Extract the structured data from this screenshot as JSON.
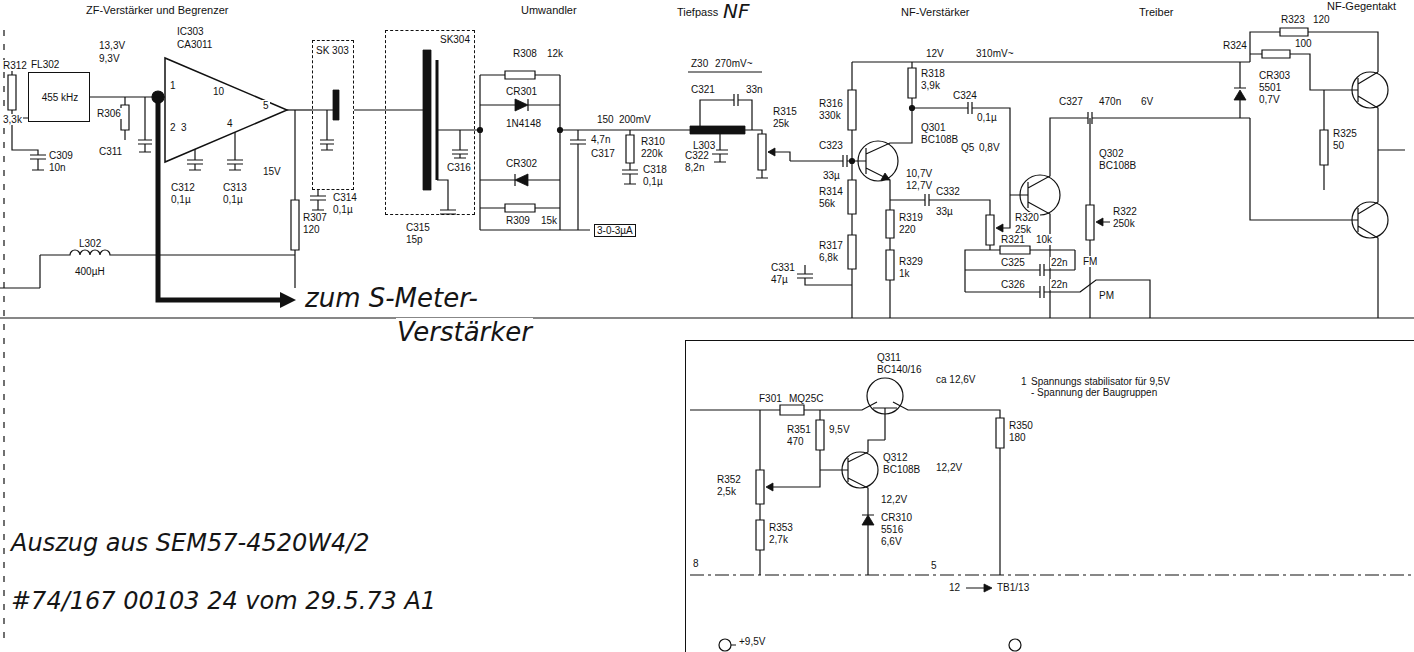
{
  "diagram": {
    "nodes": [
      {
        "text": [
          "FL302",
          "455 kHz"
        ]
      },
      {
        "text": [
          "IC303",
          "CA3011"
        ]
      },
      {
        "text": [
          "SK 303"
        ]
      },
      {
        "text": [
          "SK304"
        ]
      },
      {
        "text": [
          "Spannungs stabilisator für 9,5V - Spannung der Baugruppen"
        ]
      }
    ],
    "edges": [
      {
        "from": 0,
        "to": 1,
        "arrow": "none"
      },
      {
        "from": 1,
        "to": 2,
        "arrow": "none"
      }
    ],
    "labels": [
      "ZF-Verstärker und Begrenzer",
      "Umwandler",
      "Tiefpass",
      "NF",
      "NF-Verstärker",
      "Treiber",
      "NF-Gegentakt",
      "13,3V",
      "9,3V",
      "1",
      "10",
      "2",
      "3",
      "4",
      "5",
      "R312",
      "3,3k",
      "R306",
      "C309",
      "10n",
      "C311",
      "C312",
      "0,1µ",
      "C313",
      "0,1µ",
      "15V",
      "L302",
      "400µH",
      "R307",
      "120",
      "C314",
      "0,1µ",
      "C315",
      "15p",
      "C316",
      "R308",
      "12k",
      "CR301",
      "1N4148",
      "CR302",
      "R309",
      "15k",
      "4,7n",
      "C317",
      "150",
      "200mV",
      "R310",
      "220k",
      "C318",
      "0,1µ",
      "3-0-3µA",
      "Z30",
      "270mV~",
      "C321",
      "33n",
      "L303",
      "C322",
      "8,2n",
      "R315",
      "25k",
      "R316",
      "330k",
      "C323",
      "33µ",
      "R314",
      "56k",
      "R317",
      "6,8k",
      "Q301",
      "BC108B",
      "R318",
      "3,9k",
      "12V",
      "310mV~",
      "C324",
      "0,1µ",
      "10,7V",
      "12,7V",
      "C332",
      "33µ",
      "R319",
      "220",
      "R329",
      "1k",
      "R320",
      "25k",
      "R321",
      "10k",
      "C325",
      "22n",
      "FM",
      "C326",
      "22n",
      "PM",
      "C331",
      "47µ",
      "Q5",
      "0,8V",
      "Q302",
      "BC108B",
      "C327",
      "470n",
      "6V",
      "R322",
      "250k",
      "R323",
      "120",
      "R324",
      "100",
      "CR303",
      "5501",
      "0,7V",
      "R325",
      "50",
      "F301",
      "MQ25C",
      "Q311",
      "BC140/16",
      "ca 12,6V",
      "R350",
      "180",
      "R351",
      "470",
      "9,5V",
      "Q312",
      "BC108B",
      "12,2V",
      "12,2V",
      "CR310",
      "5516",
      "6,6V",
      "R352",
      "2,5k",
      "R353",
      "2,7k",
      "1",
      "12",
      "TB1/13",
      "8",
      "5",
      "+9,5V",
      "zum S-Meter-",
      "Verstärker",
      "Auszug aus SEM57-4520W4/2",
      "#74/167 00103 24 vom 29.5.73 A1"
    ]
  }
}
